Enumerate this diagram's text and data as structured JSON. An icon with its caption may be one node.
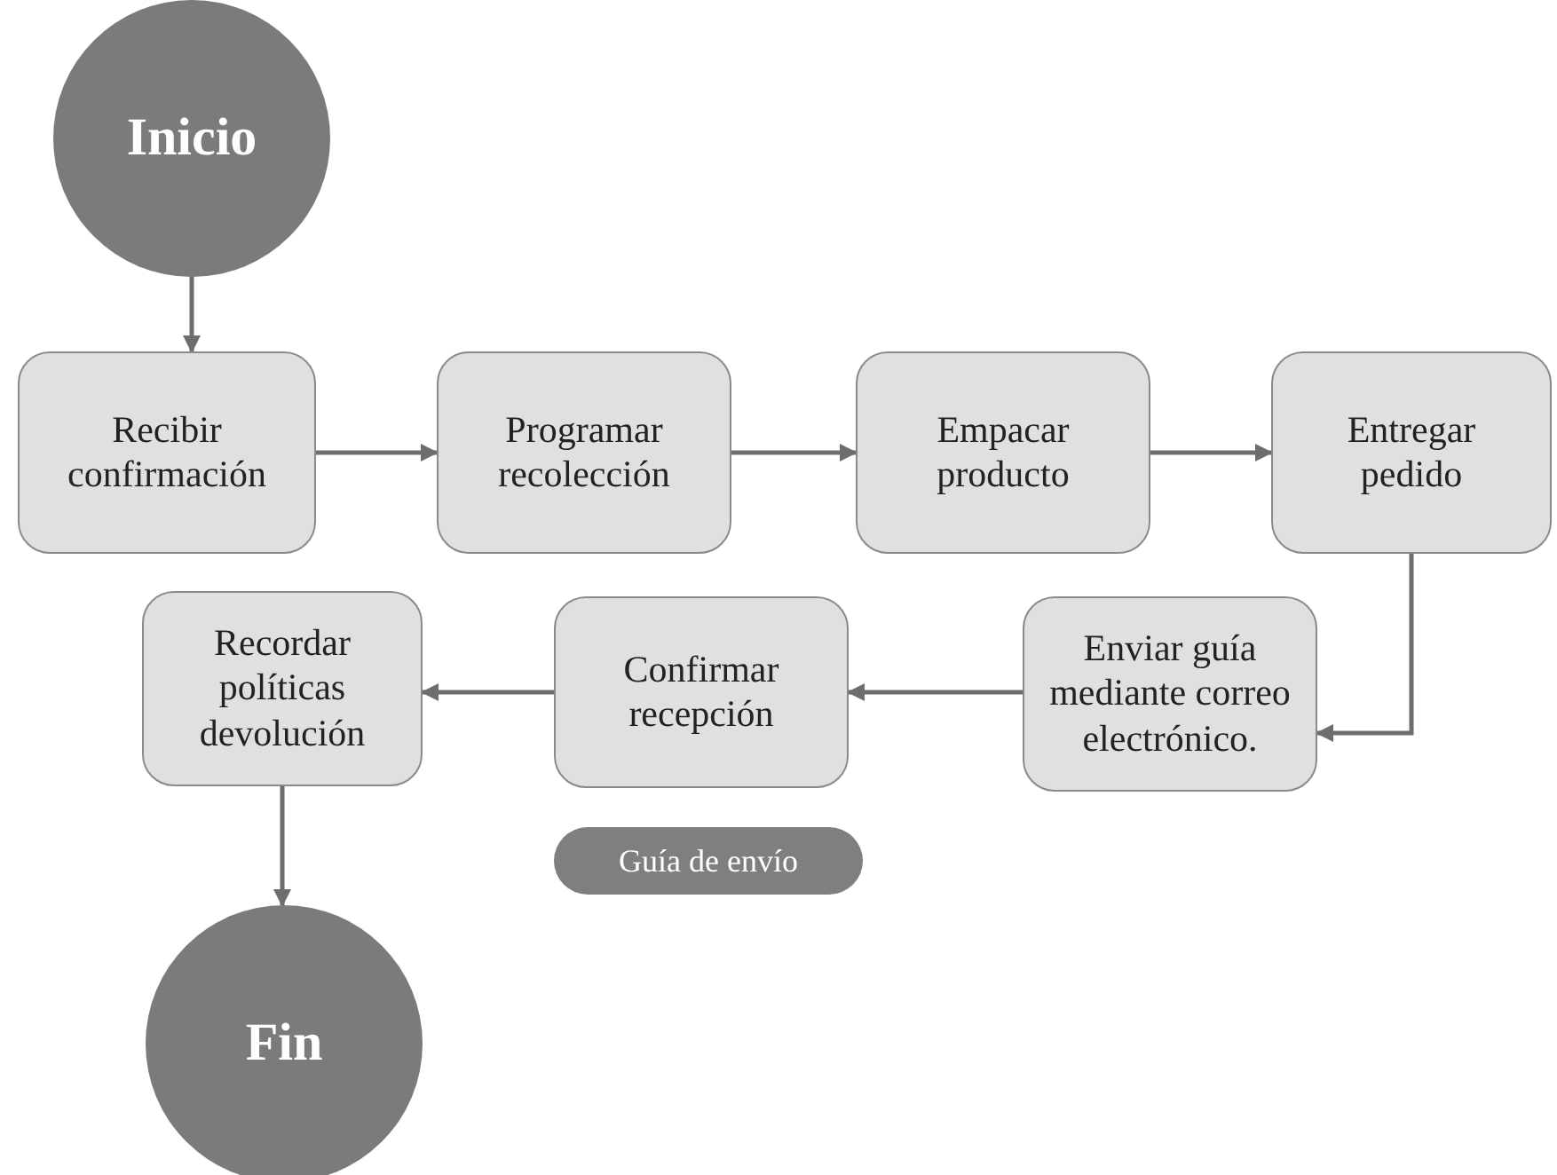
{
  "diagram": {
    "nodes": [
      {
        "text": [
          "Inicio"
        ]
      },
      {
        "text": [
          "Recibir confirmación"
        ]
      },
      {
        "text": [
          "Programar recolección"
        ]
      },
      {
        "text": [
          "Empacar producto"
        ]
      },
      {
        "text": [
          "Entregar pedido"
        ]
      },
      {
        "text": [
          "Enviar guía mediante correo electrónico."
        ]
      },
      {
        "text": [
          "Confirmar recepción"
        ]
      },
      {
        "text": [
          "Recordar políticas devolución"
        ]
      },
      {
        "text": [
          "Guía de envío"
        ]
      },
      {
        "text": [
          "Fin"
        ]
      }
    ],
    "edges": [
      {
        "from": 0,
        "to": 1,
        "arrow": "to"
      },
      {
        "from": 1,
        "to": 2,
        "arrow": "to"
      },
      {
        "from": 2,
        "to": 3,
        "arrow": "to"
      },
      {
        "from": 3,
        "to": 4,
        "arrow": "to"
      },
      {
        "from": 4,
        "to": 5,
        "arrow": "to"
      },
      {
        "from": 5,
        "to": 6,
        "arrow": "to"
      },
      {
        "from": 6,
        "to": 7,
        "arrow": "to"
      },
      {
        "from": 7,
        "to": 9,
        "arrow": "to"
      }
    ]
  }
}
